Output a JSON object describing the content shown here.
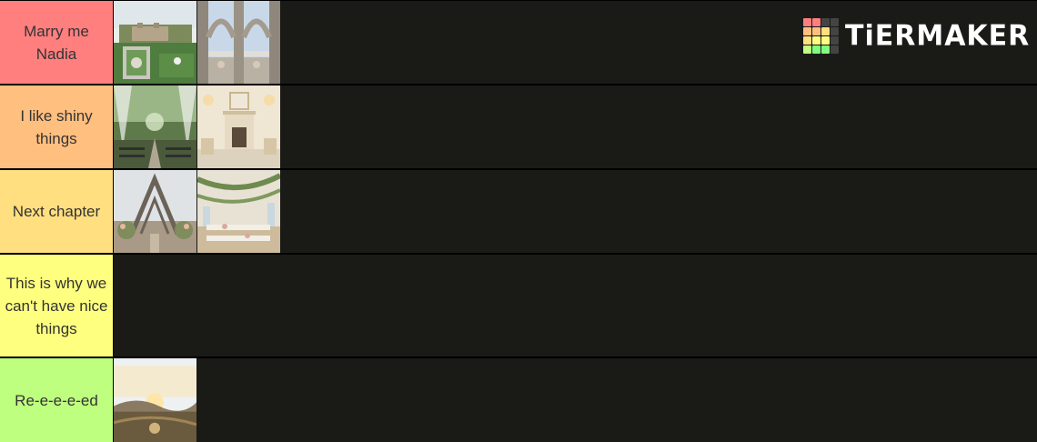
{
  "logo": {
    "text": "TiERMAKER",
    "grid_colors": [
      "#ff7f7f",
      "#ff7f7f",
      "#444444",
      "#444444",
      "#ffbf7f",
      "#ffbf7f",
      "#ffdf7f",
      "#444444",
      "#ffdf7f",
      "#ffff7f",
      "#ffff7f",
      "#444444",
      "#bfff7f",
      "#7fff7f",
      "#7fff7f",
      "#444444"
    ]
  },
  "tiers": [
    {
      "label": "Marry me Nadia",
      "color": "#ff7f7f",
      "images": [
        "estate-gardens-image",
        "stone-arches-image"
      ]
    },
    {
      "label": "I like shiny things",
      "color": "#ffbf7f",
      "images": [
        "floral-aisle-image",
        "ballroom-fireplace-image"
      ]
    },
    {
      "label": "Next chapter",
      "color": "#ffdf7f",
      "images": [
        "a-frame-chapel-image",
        "greenery-banquet-image"
      ]
    },
    {
      "label": "This is why we can't have nice things",
      "color": "#ffff7f",
      "images": []
    },
    {
      "label": "Re-e-e-e-ed",
      "color": "#bfff7f",
      "images": [
        "sunset-vineyard-image"
      ]
    }
  ]
}
